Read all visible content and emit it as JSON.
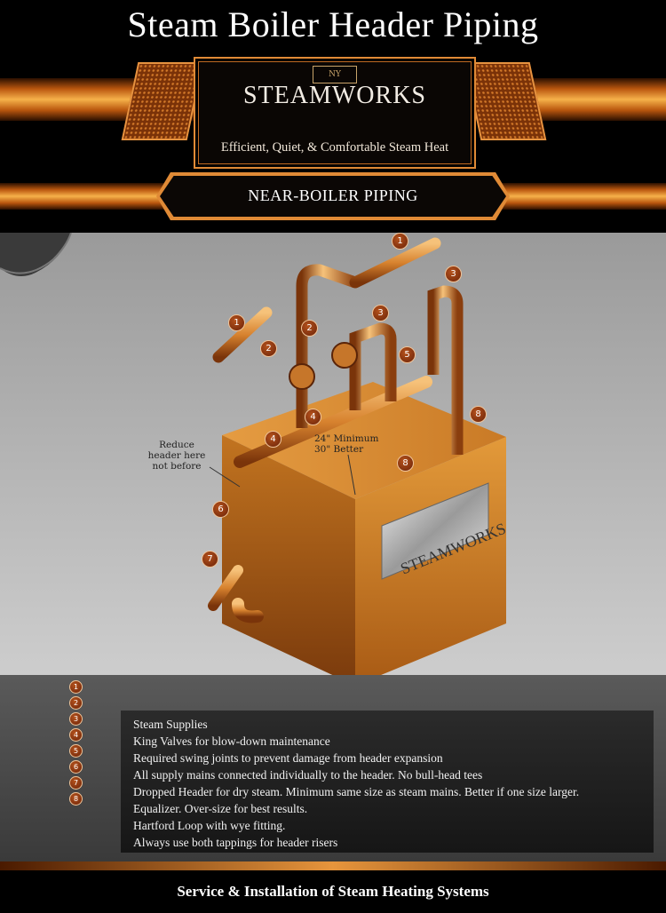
{
  "header": {
    "title": "Steam Boiler Header Piping",
    "logo_text": "STEAMWORKS",
    "logo_emblem": "NY",
    "tagline": "Efficient, Quiet, & Comfortable Steam Heat",
    "section": "NEAR-BOILER PIPING"
  },
  "diagram": {
    "annotations": {
      "reduce_header": "Reduce header here not before",
      "minimum": "24\" Minimum 30\" Better"
    },
    "boiler_label": "STEAMWORKS",
    "badges": [
      "1",
      "1",
      "2",
      "2",
      "3",
      "3",
      "4",
      "4",
      "5",
      "6",
      "7",
      "8",
      "8"
    ]
  },
  "legend": {
    "numbers": [
      "1",
      "2",
      "3",
      "4",
      "5",
      "6",
      "7",
      "8"
    ],
    "items": [
      "Steam Supplies",
      "King Valves for blow-down maintenance",
      "Required swing joints to prevent damage from header expansion",
      "All supply mains connected individually to the header. No bull-head tees",
      "Dropped Header for dry steam. Minimum same size as steam mains. Better if one size larger.",
      "Equalizer. Over-size for best results.",
      "Hartford Loop with wye fitting.",
      "Always use both tappings for header risers"
    ]
  },
  "footer": {
    "text": "Service & Installation of Steam Heating Systems"
  },
  "colors": {
    "copper": "#d7822e",
    "copper_dark": "#8a3e0e",
    "copper_light": "#f6c27a",
    "boiler": "#d08a2a",
    "accent": "#e08a36"
  }
}
